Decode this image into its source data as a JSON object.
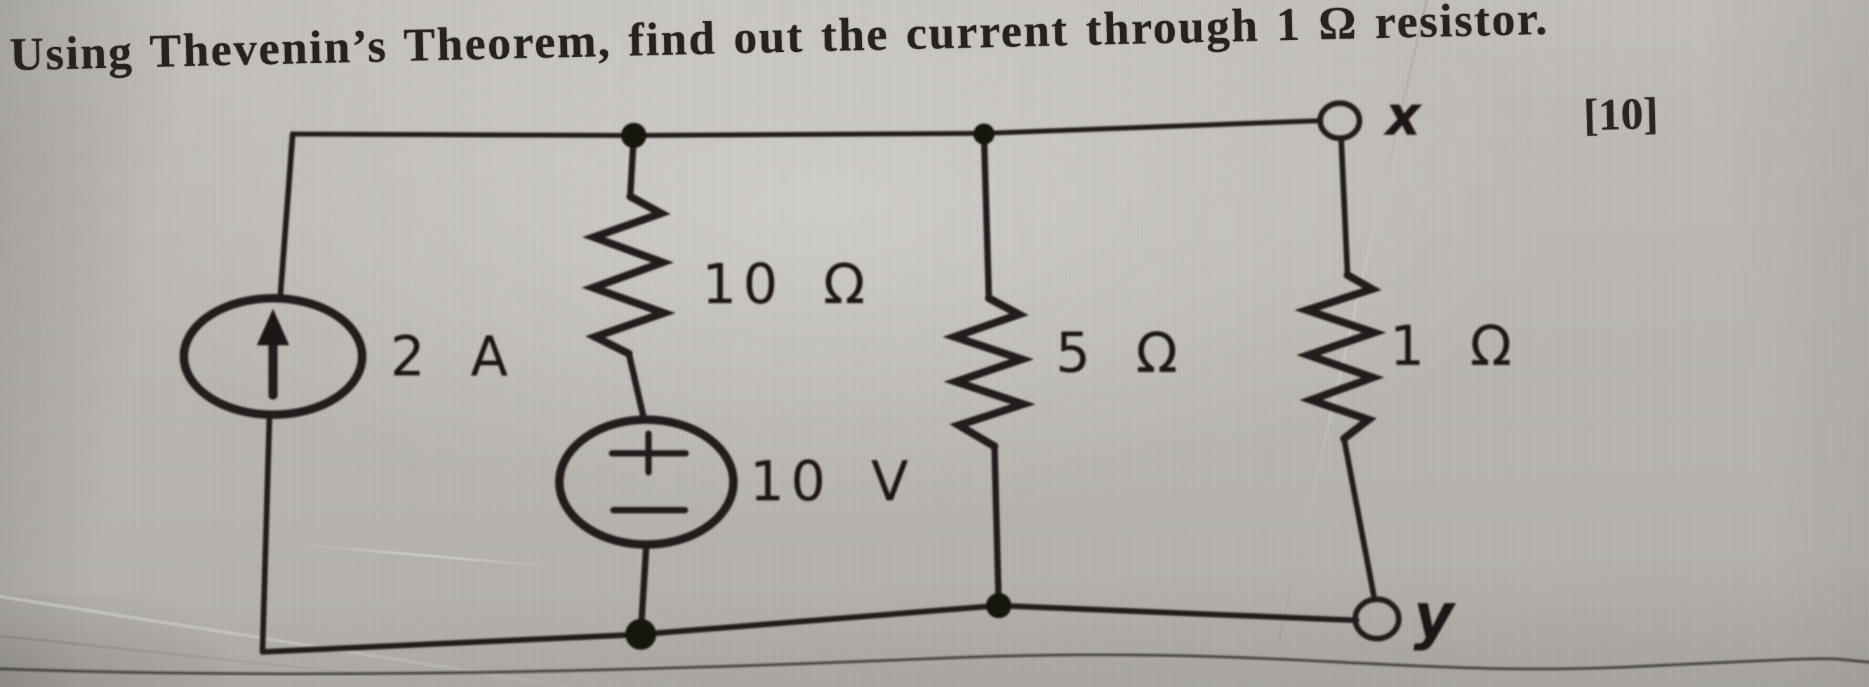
{
  "document": {
    "question_text": "Using Thevenin’s Theorem, find out the current through 1 Ω resistor.",
    "marks": "[10]"
  },
  "circuit": {
    "source_current": {
      "label": "2 A"
    },
    "resistor_10": {
      "label": "10 Ω"
    },
    "source_voltage": {
      "label": "10 V"
    },
    "resistor_5": {
      "label": "5 Ω"
    },
    "resistor_1": {
      "label": "1 Ω"
    },
    "terminals": {
      "x": "x",
      "y": "y"
    }
  }
}
